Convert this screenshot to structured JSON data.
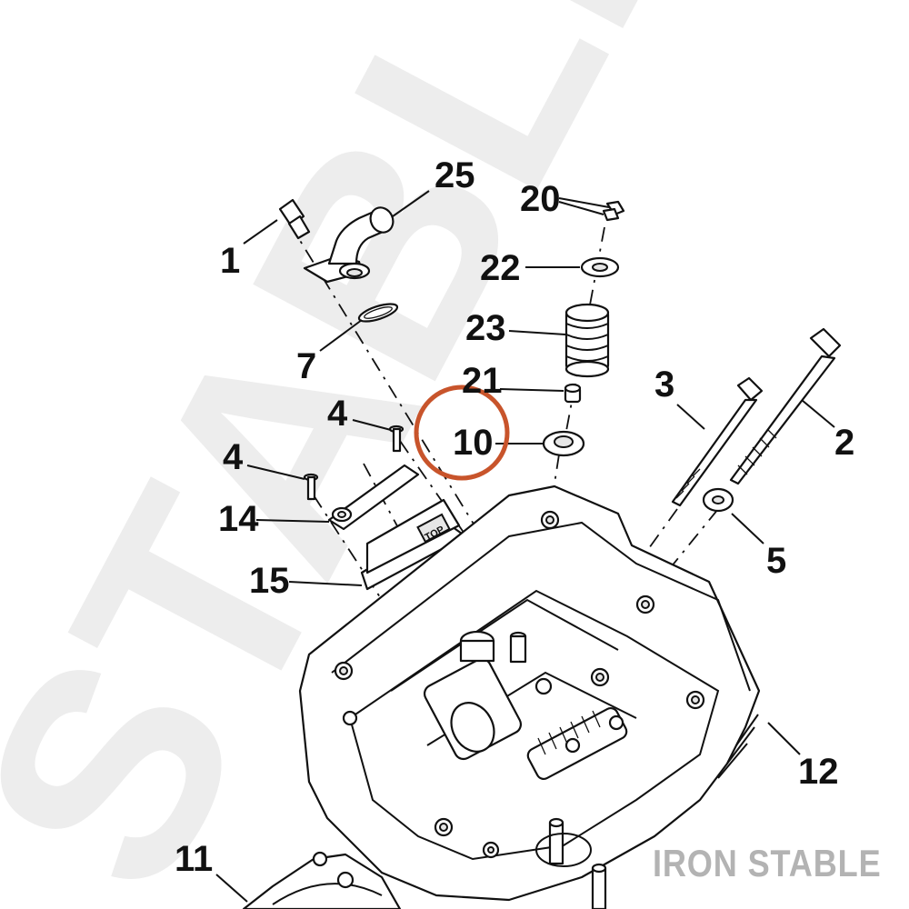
{
  "watermark": {
    "text": "STABLE",
    "color": "#ededed"
  },
  "brand": {
    "text": "IRON STABLE",
    "color": "#b3b3b3"
  },
  "highlight": {
    "target_label": "10",
    "color": "#c8542b"
  },
  "callouts": [
    {
      "id": "1",
      "label": "1"
    },
    {
      "id": "2",
      "label": "2"
    },
    {
      "id": "3",
      "label": "3"
    },
    {
      "id": "4a",
      "label": "4"
    },
    {
      "id": "4b",
      "label": "4"
    },
    {
      "id": "5",
      "label": "5"
    },
    {
      "id": "7",
      "label": "7"
    },
    {
      "id": "10",
      "label": "10"
    },
    {
      "id": "11",
      "label": "11"
    },
    {
      "id": "12",
      "label": "12"
    },
    {
      "id": "14",
      "label": "14"
    },
    {
      "id": "15",
      "label": "15"
    },
    {
      "id": "20",
      "label": "20"
    },
    {
      "id": "21",
      "label": "21"
    },
    {
      "id": "22",
      "label": "22"
    },
    {
      "id": "23",
      "label": "23"
    },
    {
      "id": "25",
      "label": "25"
    }
  ],
  "cover_text": "TOP"
}
